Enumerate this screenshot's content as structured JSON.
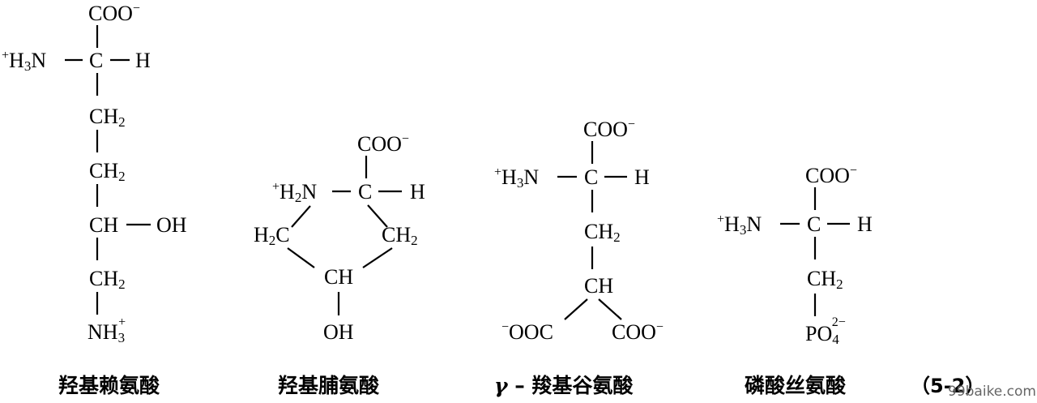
{
  "molecules": [
    {
      "caption": "羟基赖氨酸",
      "labels": {
        "coo": "COO",
        "coo_charge": "−",
        "n_plus": "+",
        "n_h": "H",
        "n_3": "3",
        "n_n": "N",
        "ca": "C",
        "h": "H",
        "ch2_a": "CH",
        "ch2_a_sub": "2",
        "ch2_b": "CH",
        "ch2_b_sub": "2",
        "ch": "CH",
        "oh": "OH",
        "ch2_c": "CH",
        "ch2_c_sub": "2",
        "nh3": "NH",
        "nh3_sub": "3",
        "nh3_plus": "+"
      }
    },
    {
      "caption": "羟基脯氨酸",
      "labels": {
        "coo": "COO",
        "coo_charge": "−",
        "n_plus": "+",
        "n_h": "H",
        "n_2": "2",
        "n_n": "N",
        "ca": "C",
        "h": "H",
        "h2c_h": "H",
        "h2c_2": "2",
        "h2c_c": "C",
        "ch2": "CH",
        "ch2_sub": "2",
        "ch": "CH",
        "oh": "OH"
      }
    },
    {
      "caption_prefix": "γ",
      "caption": " – 羧基谷氨酸",
      "labels": {
        "coo": "COO",
        "coo_charge": "−",
        "n_plus": "+",
        "n_h": "H",
        "n_3": "3",
        "n_n": "N",
        "ca": "C",
        "h": "H",
        "ch2": "CH",
        "ch2_sub": "2",
        "ch": "CH",
        "left_coo_charge": "−",
        "left_coo": "OOC",
        "right_coo": "COO",
        "right_coo_charge": "−"
      }
    },
    {
      "caption": "磷酸丝氨酸",
      "labels": {
        "coo": "COO",
        "coo_charge": "−",
        "n_plus": "+",
        "n_h": "H",
        "n_3": "3",
        "n_n": "N",
        "ca": "C",
        "h": "H",
        "ch2": "CH",
        "ch2_sub": "2",
        "po": "PO",
        "po_sub": "4",
        "po_sup": "2−"
      }
    }
  ],
  "equation_number": "（5-2）",
  "watermark": "99baike.com"
}
